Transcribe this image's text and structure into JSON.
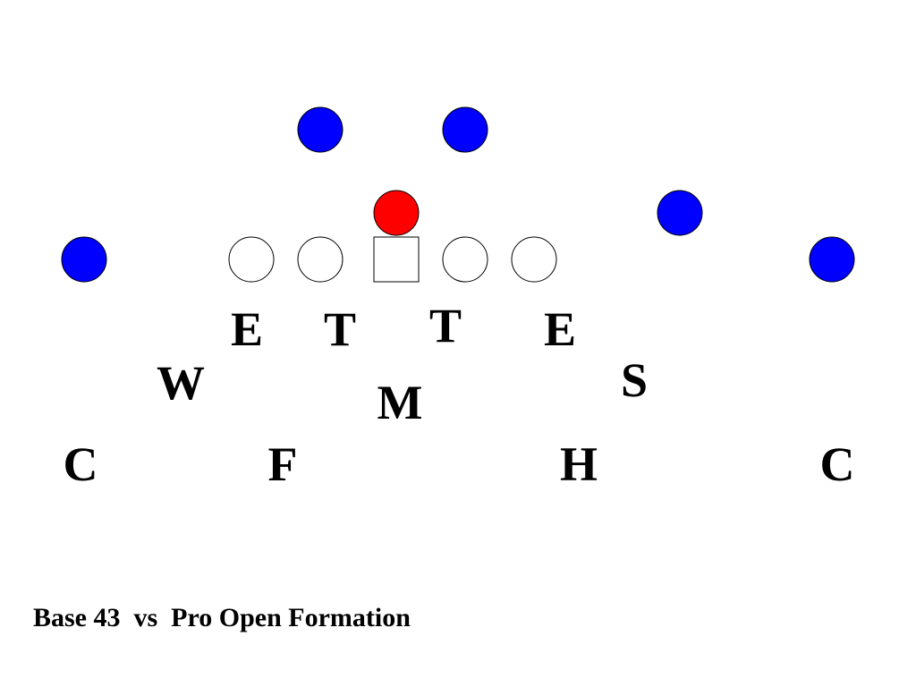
{
  "caption": "Base 43  vs  Pro Open Formation",
  "colors": {
    "offense_skill": "#0000ff",
    "quarterback": "#ff0000",
    "offensive_line": "#ffffff",
    "outline": "#000000",
    "text": "#000000"
  },
  "offense": [
    {
      "role": "skill",
      "shape": "circle",
      "color": "#0000ff"
    },
    {
      "role": "skill",
      "shape": "circle",
      "color": "#0000ff"
    },
    {
      "role": "quarterback",
      "shape": "circle",
      "color": "#ff0000"
    },
    {
      "role": "skill",
      "shape": "circle",
      "color": "#0000ff"
    },
    {
      "role": "skill",
      "shape": "circle",
      "color": "#0000ff"
    },
    {
      "role": "skill",
      "shape": "circle",
      "color": "#0000ff"
    },
    {
      "role": "lineman",
      "shape": "circle",
      "color": "#ffffff"
    },
    {
      "role": "lineman",
      "shape": "circle",
      "color": "#ffffff"
    },
    {
      "role": "center",
      "shape": "square",
      "color": "#ffffff"
    },
    {
      "role": "lineman",
      "shape": "circle",
      "color": "#ffffff"
    },
    {
      "role": "lineman",
      "shape": "circle",
      "color": "#ffffff"
    }
  ],
  "defense": [
    {
      "label": "E"
    },
    {
      "label": "T"
    },
    {
      "label": "T"
    },
    {
      "label": "E"
    },
    {
      "label": "W"
    },
    {
      "label": "S"
    },
    {
      "label": "M"
    },
    {
      "label": "C"
    },
    {
      "label": "F"
    },
    {
      "label": "H"
    },
    {
      "label": "C"
    }
  ]
}
